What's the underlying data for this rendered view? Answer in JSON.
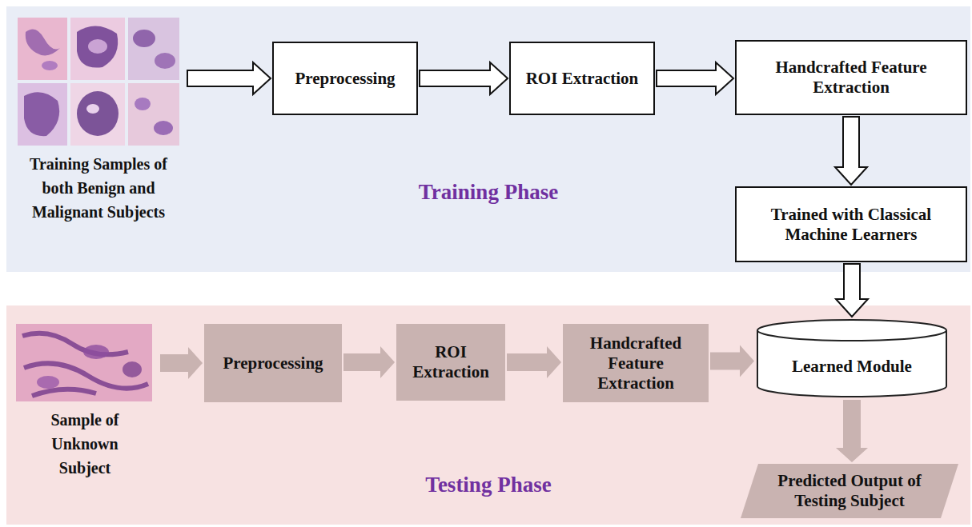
{
  "diagram": {
    "nodes": [
      {
        "text": [
          "Training Phase"
        ]
      },
      {
        "text": [
          "Training Samples of both Benign and Malignant Subjects"
        ],
        "in": 0
      },
      {
        "text": [
          "Preprocessing"
        ],
        "in": 0
      },
      {
        "text": [
          "ROI Extraction"
        ],
        "in": 0
      },
      {
        "text": [
          "Handcrafted Feature Extraction"
        ],
        "in": 0
      },
      {
        "text": [
          "Trained with Classical Machine Learners"
        ],
        "in": 0
      },
      {
        "text": [
          "Testing Phase"
        ]
      },
      {
        "text": [
          "Sample of Unknown Subject"
        ],
        "in": 6
      },
      {
        "text": [
          "Preprocessing"
        ],
        "in": 6
      },
      {
        "text": [
          "ROI Extraction"
        ],
        "in": 6
      },
      {
        "text": [
          "Handcrafted Feature Extraction"
        ],
        "in": 6
      },
      {
        "text": [
          "Learned Module"
        ],
        "in": 6
      },
      {
        "text": [
          "Predicted Output of Testing Subject"
        ],
        "in": 6
      }
    ],
    "edges": [
      {
        "from": 1,
        "to": 2,
        "arrow": "to"
      },
      {
        "from": 2,
        "to": 3,
        "arrow": "to"
      },
      {
        "from": 3,
        "to": 4,
        "arrow": "to"
      },
      {
        "from": 4,
        "to": 5,
        "arrow": "to"
      },
      {
        "from": 5,
        "to": 11,
        "arrow": "to"
      },
      {
        "from": 7,
        "to": 8,
        "arrow": "to"
      },
      {
        "from": 8,
        "to": 9,
        "arrow": "to"
      },
      {
        "from": 9,
        "to": 10,
        "arrow": "to"
      },
      {
        "from": 10,
        "to": 11,
        "arrow": "to"
      },
      {
        "from": 11,
        "to": 12,
        "arrow": "to"
      }
    ]
  }
}
